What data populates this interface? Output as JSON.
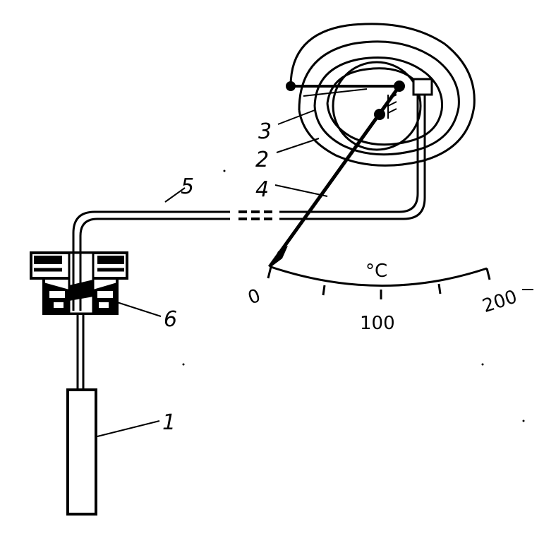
{
  "labels": {
    "bulb": "1",
    "spring": "2",
    "link": "3",
    "pointer": "4",
    "capillary": "5",
    "fitting": "6"
  },
  "scale": {
    "unit": "°C",
    "min": "0",
    "mid": "100",
    "max": "200"
  },
  "colors": {
    "ink": "#000000",
    "paper": "#ffffff"
  }
}
